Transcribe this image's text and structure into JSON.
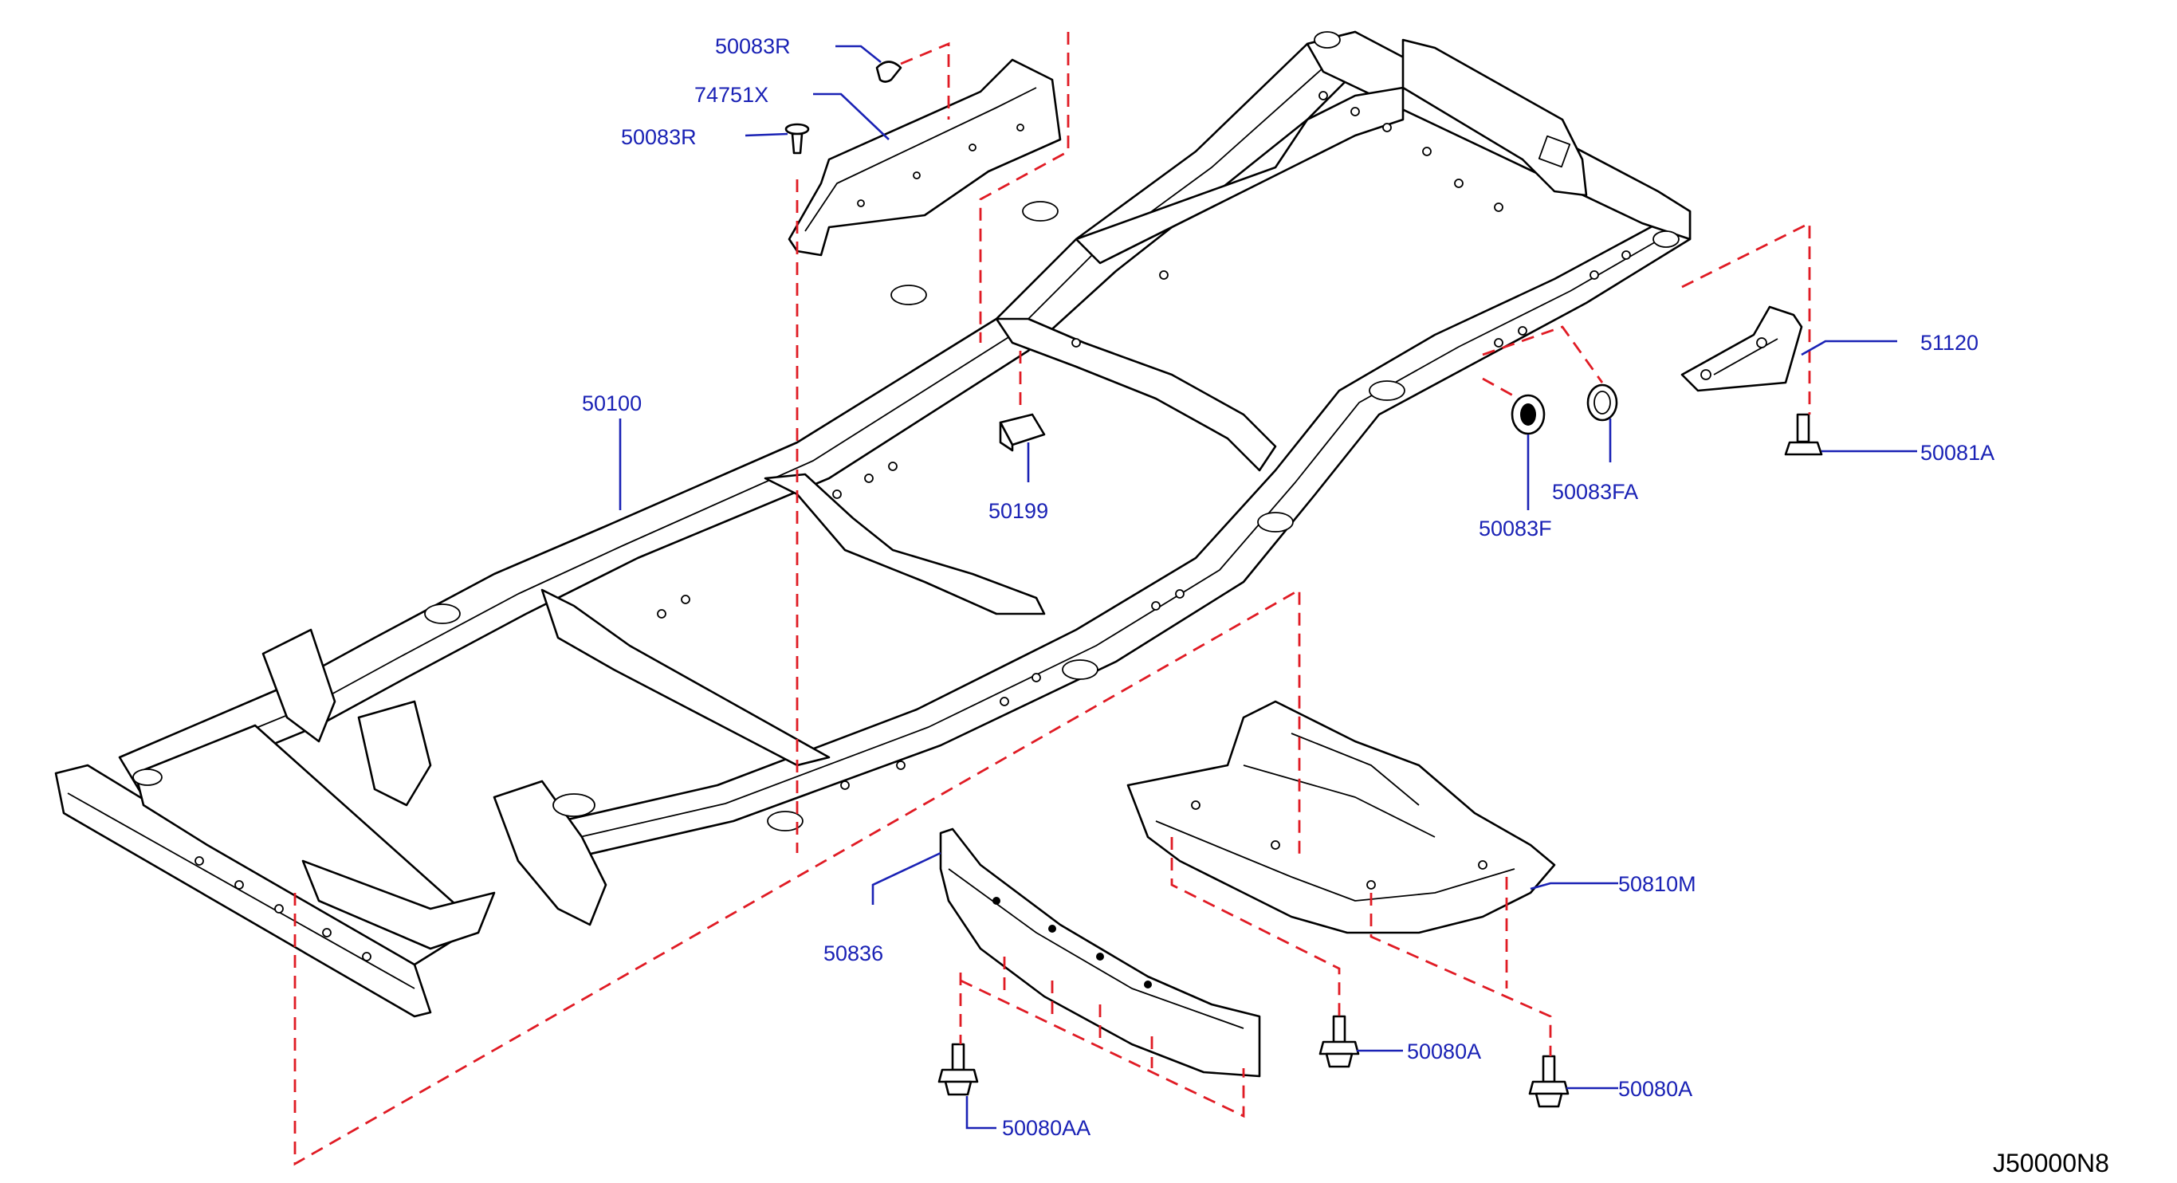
{
  "diagram_code": "J50000N8",
  "parts": [
    {
      "id": "p50083R_top",
      "label": "50083R"
    },
    {
      "id": "p74751X",
      "label": "74751X"
    },
    {
      "id": "p50083R_mid",
      "label": "50083R"
    },
    {
      "id": "p50100",
      "label": "50100"
    },
    {
      "id": "p50199",
      "label": "50199"
    },
    {
      "id": "p51120",
      "label": "51120"
    },
    {
      "id": "p50081A",
      "label": "50081A"
    },
    {
      "id": "p50083FA",
      "label": "50083FA"
    },
    {
      "id": "p50083F",
      "label": "50083F"
    },
    {
      "id": "p50810M",
      "label": "50810M"
    },
    {
      "id": "p50836",
      "label": "50836"
    },
    {
      "id": "p50080A_mid",
      "label": "50080A"
    },
    {
      "id": "p50080A_right",
      "label": "50080A"
    },
    {
      "id": "p50080AA",
      "label": "50080AA"
    }
  ],
  "colors": {
    "callout": "#1a22b5",
    "dashed_guide": "#e01b24",
    "line_art": "#000000"
  }
}
